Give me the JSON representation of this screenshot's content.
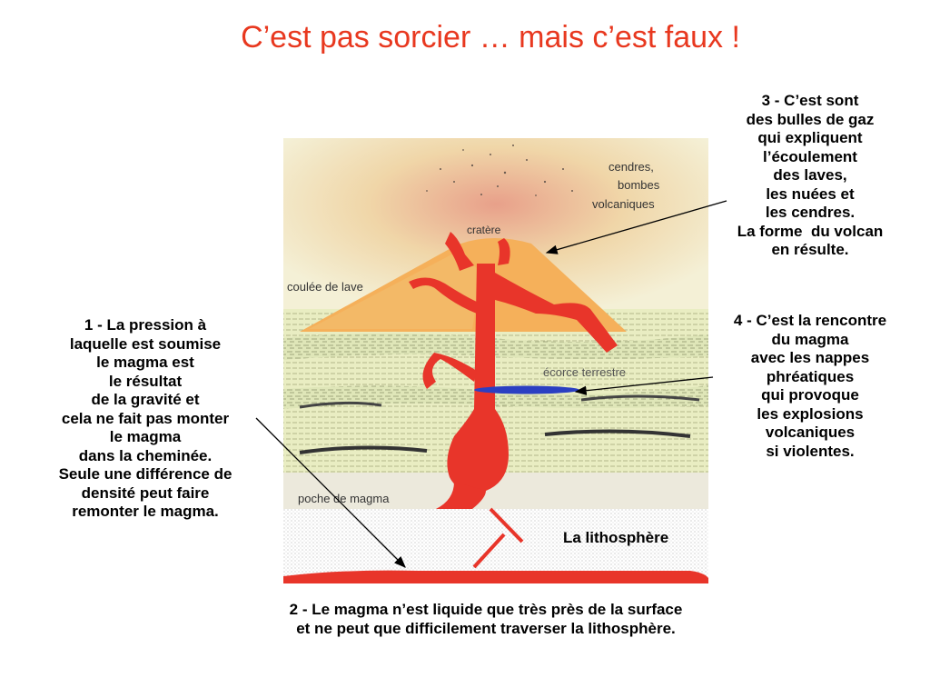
{
  "title": "C’est pas sorcier … mais c’est faux !",
  "notes": {
    "note1": [
      "1 - La pression à",
      "laquelle est soumise",
      "le magma est",
      "le résultat",
      "de la gravité et",
      "cela ne fait pas monter",
      "le magma",
      "dans la cheminée.",
      "Seule une différence de",
      "densité peut faire",
      "remonter le magma."
    ],
    "note2": [
      "2 - Le magma n’est liquide que très près de la surface",
      "et ne peut que difficilement traverser la lithosphère."
    ],
    "note3": [
      "3 - C’est sont",
      "des bulles de gaz",
      "qui expliquent",
      "l’écoulement",
      "des laves,",
      "les nuées et",
      "les cendres.",
      "La forme  du volcan",
      "en résulte."
    ],
    "note4": [
      "4 - C’est la rencontre",
      "du magma",
      "avec les nappes",
      "phréatiques",
      "qui provoque",
      "les explosions",
      "volcaniques",
      "si violentes."
    ]
  },
  "diagram_labels": {
    "cendres": [
      "cendres,",
      "bombes",
      "volcaniques"
    ],
    "cratere": "cratère",
    "coulee": "coulée de lave",
    "ecorce": "écorce terrestre",
    "poche": "poche de magma",
    "lithosphere": "La lithosphère"
  },
  "colors": {
    "title": "#e8381f",
    "magma": "#e8352a",
    "volcano": "#f5b05a",
    "water": "#2b3fc2",
    "strata": "#e8ecc0"
  }
}
